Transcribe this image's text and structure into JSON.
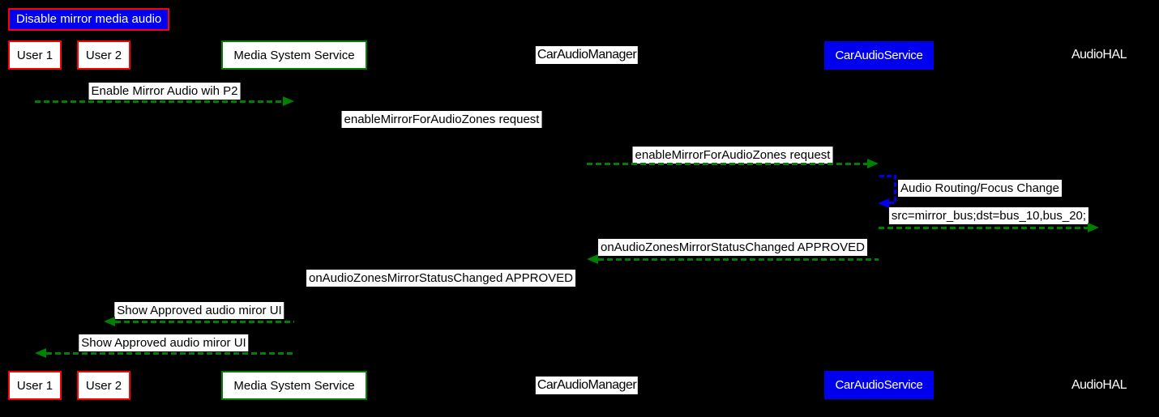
{
  "diagram": {
    "title": "Disable mirror media audio",
    "actors": [
      {
        "id": "user1",
        "label": "User 1",
        "style": "red-bordered-box"
      },
      {
        "id": "user2",
        "label": "User 2",
        "style": "red-bordered-box"
      },
      {
        "id": "media-system-service",
        "label": "Media System Service",
        "style": "green-bordered-box"
      },
      {
        "id": "car-audio-manager",
        "label": "CarAudioManager",
        "style": "white-label"
      },
      {
        "id": "car-audio-service",
        "label": "CarAudioService",
        "style": "blue-filled-box"
      },
      {
        "id": "audio-hal",
        "label": "AudioHAL",
        "style": "plain-text"
      }
    ],
    "messages": [
      {
        "label": "Enable Mirror Audio wih P2",
        "from": "User 1",
        "to": "Media System Service",
        "arrow": "green-dashed-right"
      },
      {
        "label": "enableMirrorForAudioZones request",
        "from": "Media System Service",
        "to": "CarAudioManager",
        "arrow": "not-visible"
      },
      {
        "label": "enableMirrorForAudioZones request",
        "from": "CarAudioManager",
        "to": "CarAudioService",
        "arrow": "green-dashed-right"
      },
      {
        "label": "Audio Routing/Focus Change",
        "from": "CarAudioService",
        "to": "CarAudioService",
        "arrow": "blue-dashed-self-loop"
      },
      {
        "label": "src=mirror_bus;dst=bus_10,bus_20;",
        "from": "CarAudioService",
        "to": "AudioHAL",
        "arrow": "green-dashed-right"
      },
      {
        "label": "onAudioZonesMirrorStatusChanged APPROVED",
        "from": "CarAudioService",
        "to": "CarAudioManager",
        "arrow": "green-dashed-left"
      },
      {
        "label": "onAudioZonesMirrorStatusChanged APPROVED",
        "from": "CarAudioManager",
        "to": "Media System Service",
        "arrow": "not-visible"
      },
      {
        "label": "Show Approved audio miror UI",
        "from": "Media System Service",
        "to": "User 2",
        "arrow": "green-dashed-left"
      },
      {
        "label": "Show Approved audio miror UI",
        "from": "Media System Service",
        "to": "User 1",
        "arrow": "green-dashed-left"
      }
    ],
    "colors": {
      "background": "#000000",
      "arrow_green": "#008000",
      "arrow_blue": "#0000ee",
      "actor_border_red": "#ff0000",
      "actor_border_green": "#008000",
      "actor_fill_blue": "#0000ee",
      "message_label_bg": "#ffffff",
      "title_fill": "#0000ee",
      "title_border": "#ff0000"
    }
  }
}
